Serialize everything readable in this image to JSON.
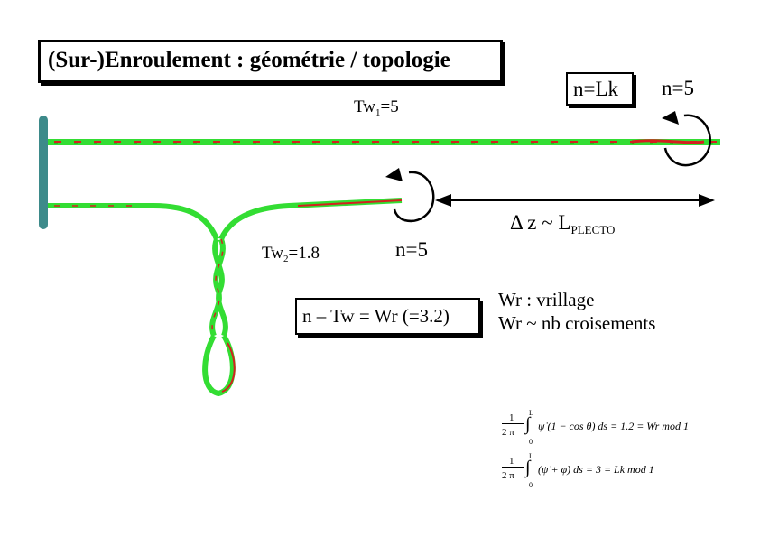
{
  "title": "(Sur-)Enroulement : géométrie / topologie",
  "box_n_lk": "n=Lk",
  "label_n_top_right": "n=5",
  "label_tw1": {
    "main": "Tw",
    "sub": "1",
    "value": "=5"
  },
  "label_tw2": {
    "main": "Tw",
    "sub": "2",
    "value": "=1.8"
  },
  "label_n_middle": "n=5",
  "label_delta_z": {
    "main": "Δ z ~ L",
    "sub": "PLECTO"
  },
  "box_equation": "n – Tw = Wr (=3.2)",
  "wr_line1": "Wr : vrillage",
  "wr_line2": "Wr ~ nb croisements",
  "formula1": {
    "frac_num": "1",
    "frac_den": "2 π",
    "upper": "L",
    "lower": "0",
    "body": "ψ̇ (1 − cos θ) ds = 1.2 = Wr mod 1"
  },
  "formula2": {
    "frac_num": "1",
    "frac_den": "2 π",
    "upper": "L",
    "lower": "0",
    "body": "(ψ̇ + φ̇) ds = 3 = Lk mod 1"
  },
  "colors": {
    "wall": "#3d8a8a",
    "strand_green": "#33dd33",
    "strand_red": "#d42020",
    "arrow": "#000000"
  }
}
